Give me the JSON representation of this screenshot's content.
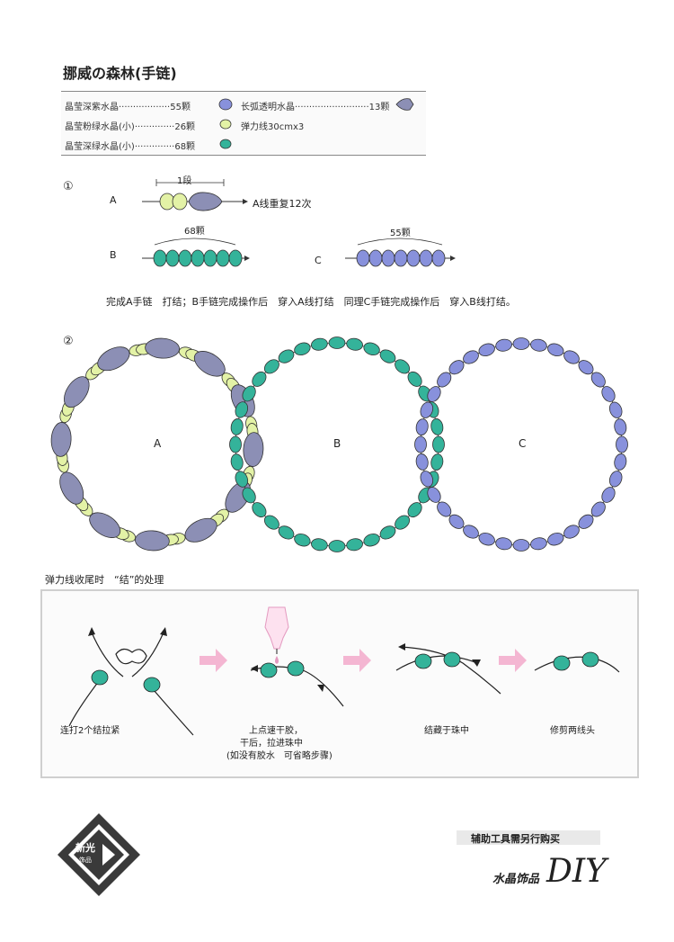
{
  "title": "挪威の森林(手链)",
  "materials": [
    {
      "name": "晶莹深紫水晶",
      "dots": "··················",
      "count": "55颗",
      "color": "#8891dc"
    },
    {
      "name": "长弧透明水晶",
      "dots": "··························",
      "count": "13颗",
      "color": "#8c8fb5"
    },
    {
      "name": "晶莹粉绿水晶(小)",
      "dots": "··············",
      "count": "26颗",
      "color": "#e3f2a6"
    },
    {
      "name": "弹力线30cmx3",
      "dots": "",
      "count": "",
      "color": ""
    },
    {
      "name": "晶莹深绿水晶(小)",
      "dots": "··············",
      "count": "68颗",
      "color": "#34b39a"
    }
  ],
  "step1": {
    "marker": "①",
    "row_a_label": "A",
    "segment_label": "1段",
    "row_a_text": "A线重复12次",
    "row_b_label": "B",
    "row_b_count": "68颗",
    "row_c_label": "C",
    "row_c_count": "55颗",
    "instruction": "完成A手链　打结；B手链完成操作后　穿入A线打结　同理C手链完成操作后　穿入B线打结。"
  },
  "step2": {
    "marker": "②",
    "ring_a": "A",
    "ring_b": "B",
    "ring_c": "C"
  },
  "knot": {
    "heading": "弹力线收尾时　“结”的处理",
    "step1": "连打2个结拉紧",
    "step2_l1": "上点速干胶，",
    "step2_l2": "干后，拉进珠中",
    "step2_l3": "(如没有胶水　可省略步骤)",
    "step3": "结藏于珠中",
    "step4": "修剪两线头"
  },
  "footer": {
    "logo_l1": "新光",
    "logo_l2": "饰品",
    "note": "辅助工具需另行购买",
    "brand": "水晶饰品",
    "brand_mark": "DIY"
  },
  "colors": {
    "green": "#34b39a",
    "lime": "#e3f2a6",
    "purple": "#8891dc",
    "oval": "#8c8fb5",
    "arrow_pink": "#f4b6d2"
  }
}
